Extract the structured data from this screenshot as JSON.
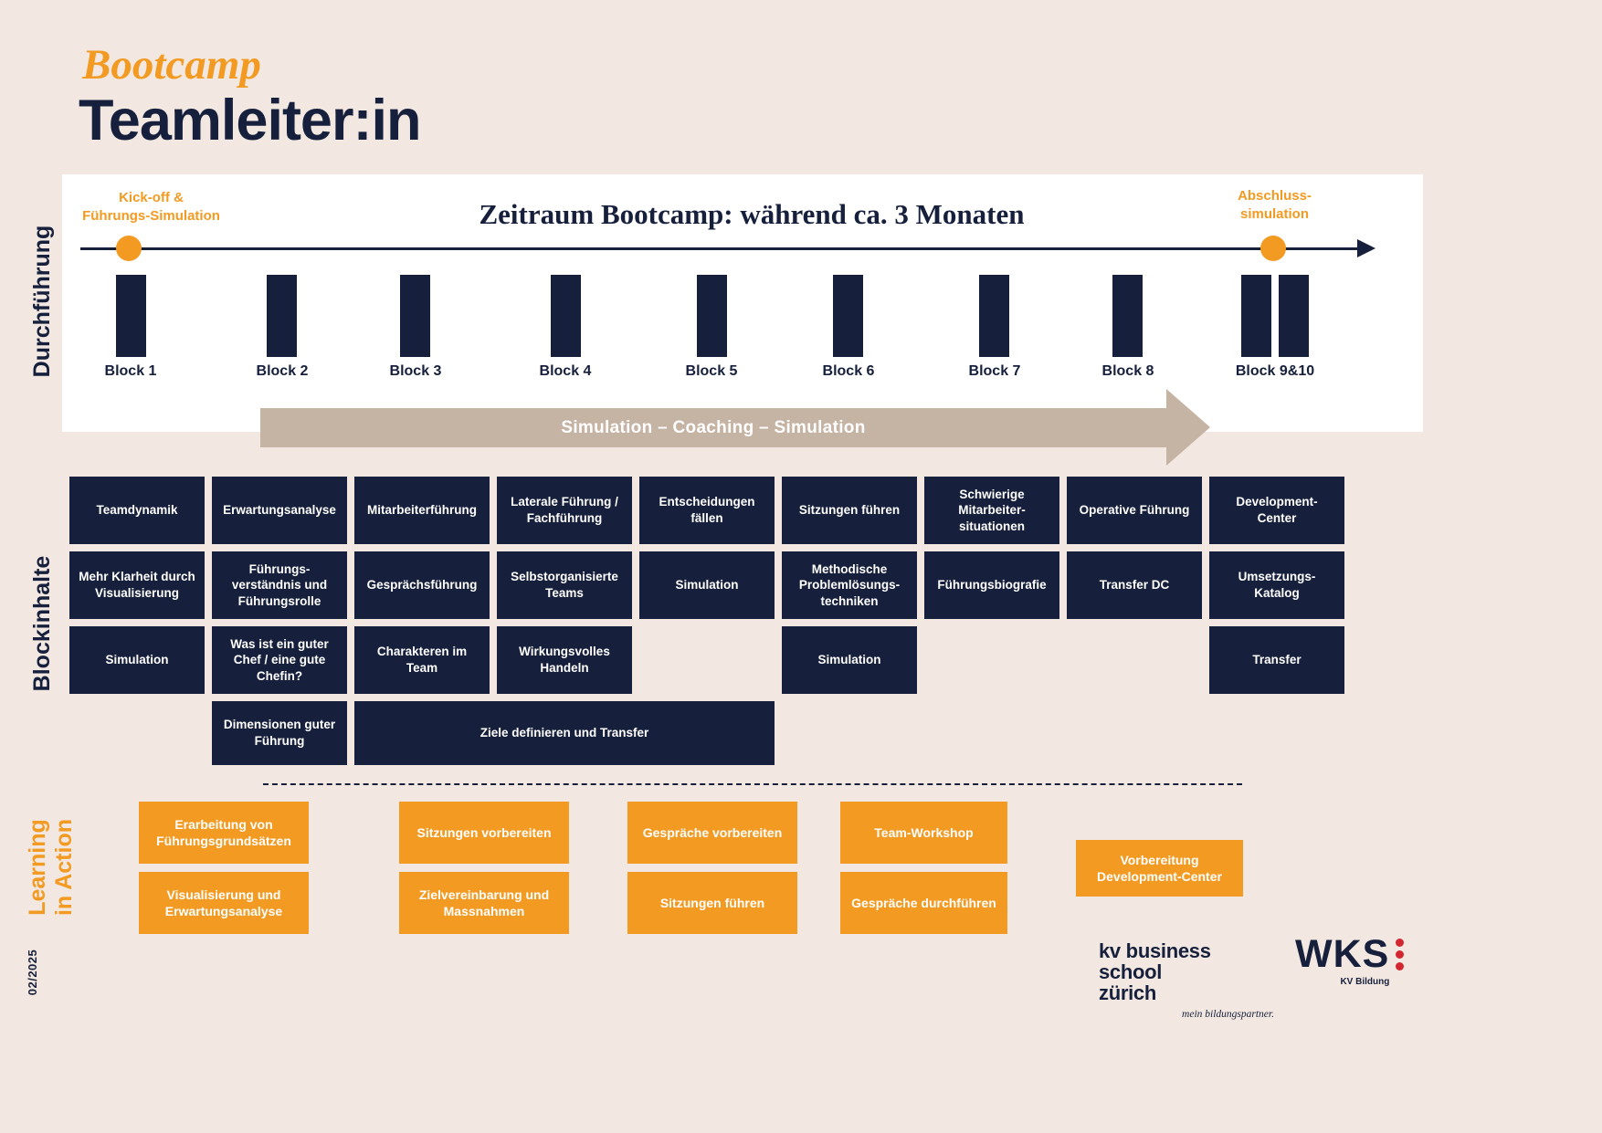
{
  "colors": {
    "background": "#F2E8E1",
    "navy": "#161F3B",
    "orange": "#F29A21",
    "tan": "#C5B3A3",
    "red": "#D22630",
    "white": "#FFFFFF"
  },
  "header": {
    "brand": "Bootcamp",
    "title": "Teamleiter:in"
  },
  "durchfuehrung": {
    "section_label": "Durchführung",
    "kickoff_label": "Kick-off &\nFührungs-Simulation",
    "timeline_title": "Zeitraum Bootcamp: während ca. 3 Monaten",
    "abschluss_label": "Abschluss-\nsimulation",
    "blocks": [
      "Block 1",
      "Block 2",
      "Block 3",
      "Block 4",
      "Block 5",
      "Block 6",
      "Block 7",
      "Block 8",
      "Block 9&10"
    ],
    "banner": "Simulation – Coaching – Simulation"
  },
  "blockinhalte": {
    "section_label": "Blockinhalte",
    "cells": [
      {
        "label": "Teamdynamik"
      },
      {
        "label": "Erwartungsanalyse"
      },
      {
        "label": "Mitarbeiterführung"
      },
      {
        "label": "Laterale Führung / Fachführung"
      },
      {
        "label": "Entscheidungen fällen"
      },
      {
        "label": "Sitzungen führen"
      },
      {
        "label": "Schwierige Mitarbeiter-situationen"
      },
      {
        "label": "Operative Führung"
      },
      {
        "label": "Development-Center"
      },
      {
        "label": "Mehr Klarheit durch Visualisierung"
      },
      {
        "label": "Führungs-verständnis und Führungsrolle"
      },
      {
        "label": "Gesprächsführung"
      },
      {
        "label": "Selbstorganisierte Teams"
      },
      {
        "label": "Simulation"
      },
      {
        "label": "Methodische Problemlösungs-techniken"
      },
      {
        "label": "Führungsbiografie"
      },
      {
        "label": "Transfer DC"
      },
      {
        "label": "Umsetzungs-Katalog"
      },
      {
        "label": "Simulation"
      },
      {
        "label": "Was ist ein guter Chef / eine gute Chefin?"
      },
      {
        "label": "Charakteren im Team"
      },
      {
        "label": "Wirkungsvolles Handeln"
      },
      {
        "label": "Simulation"
      },
      {
        "label": "Transfer"
      },
      {
        "label": "Dimensionen guter Führung"
      },
      {
        "label": "Ziele definieren und Transfer"
      }
    ]
  },
  "learning": {
    "section_label": "Learning\nin Action",
    "boxes": [
      {
        "label": "Erarbeitung von Führungsgrundsätzen"
      },
      {
        "label": "Visualisierung und Erwartungsanalyse"
      },
      {
        "label": "Sitzungen vorbereiten"
      },
      {
        "label": "Zielvereinbarung und Massnahmen"
      },
      {
        "label": "Gespräche vorbereiten"
      },
      {
        "label": "Sitzungen führen"
      },
      {
        "label": "Team-Workshop"
      },
      {
        "label": "Gespräche durchführen"
      },
      {
        "label": "Vorbereitung Development-Center"
      }
    ]
  },
  "footer": {
    "date_note": "02/2025",
    "kv_logo": {
      "line1": "kv business school",
      "line2": "zürich",
      "tagline": "mein bildungspartner."
    },
    "wks_logo": {
      "text": "WKS",
      "subtext": "KV Bildung"
    }
  }
}
